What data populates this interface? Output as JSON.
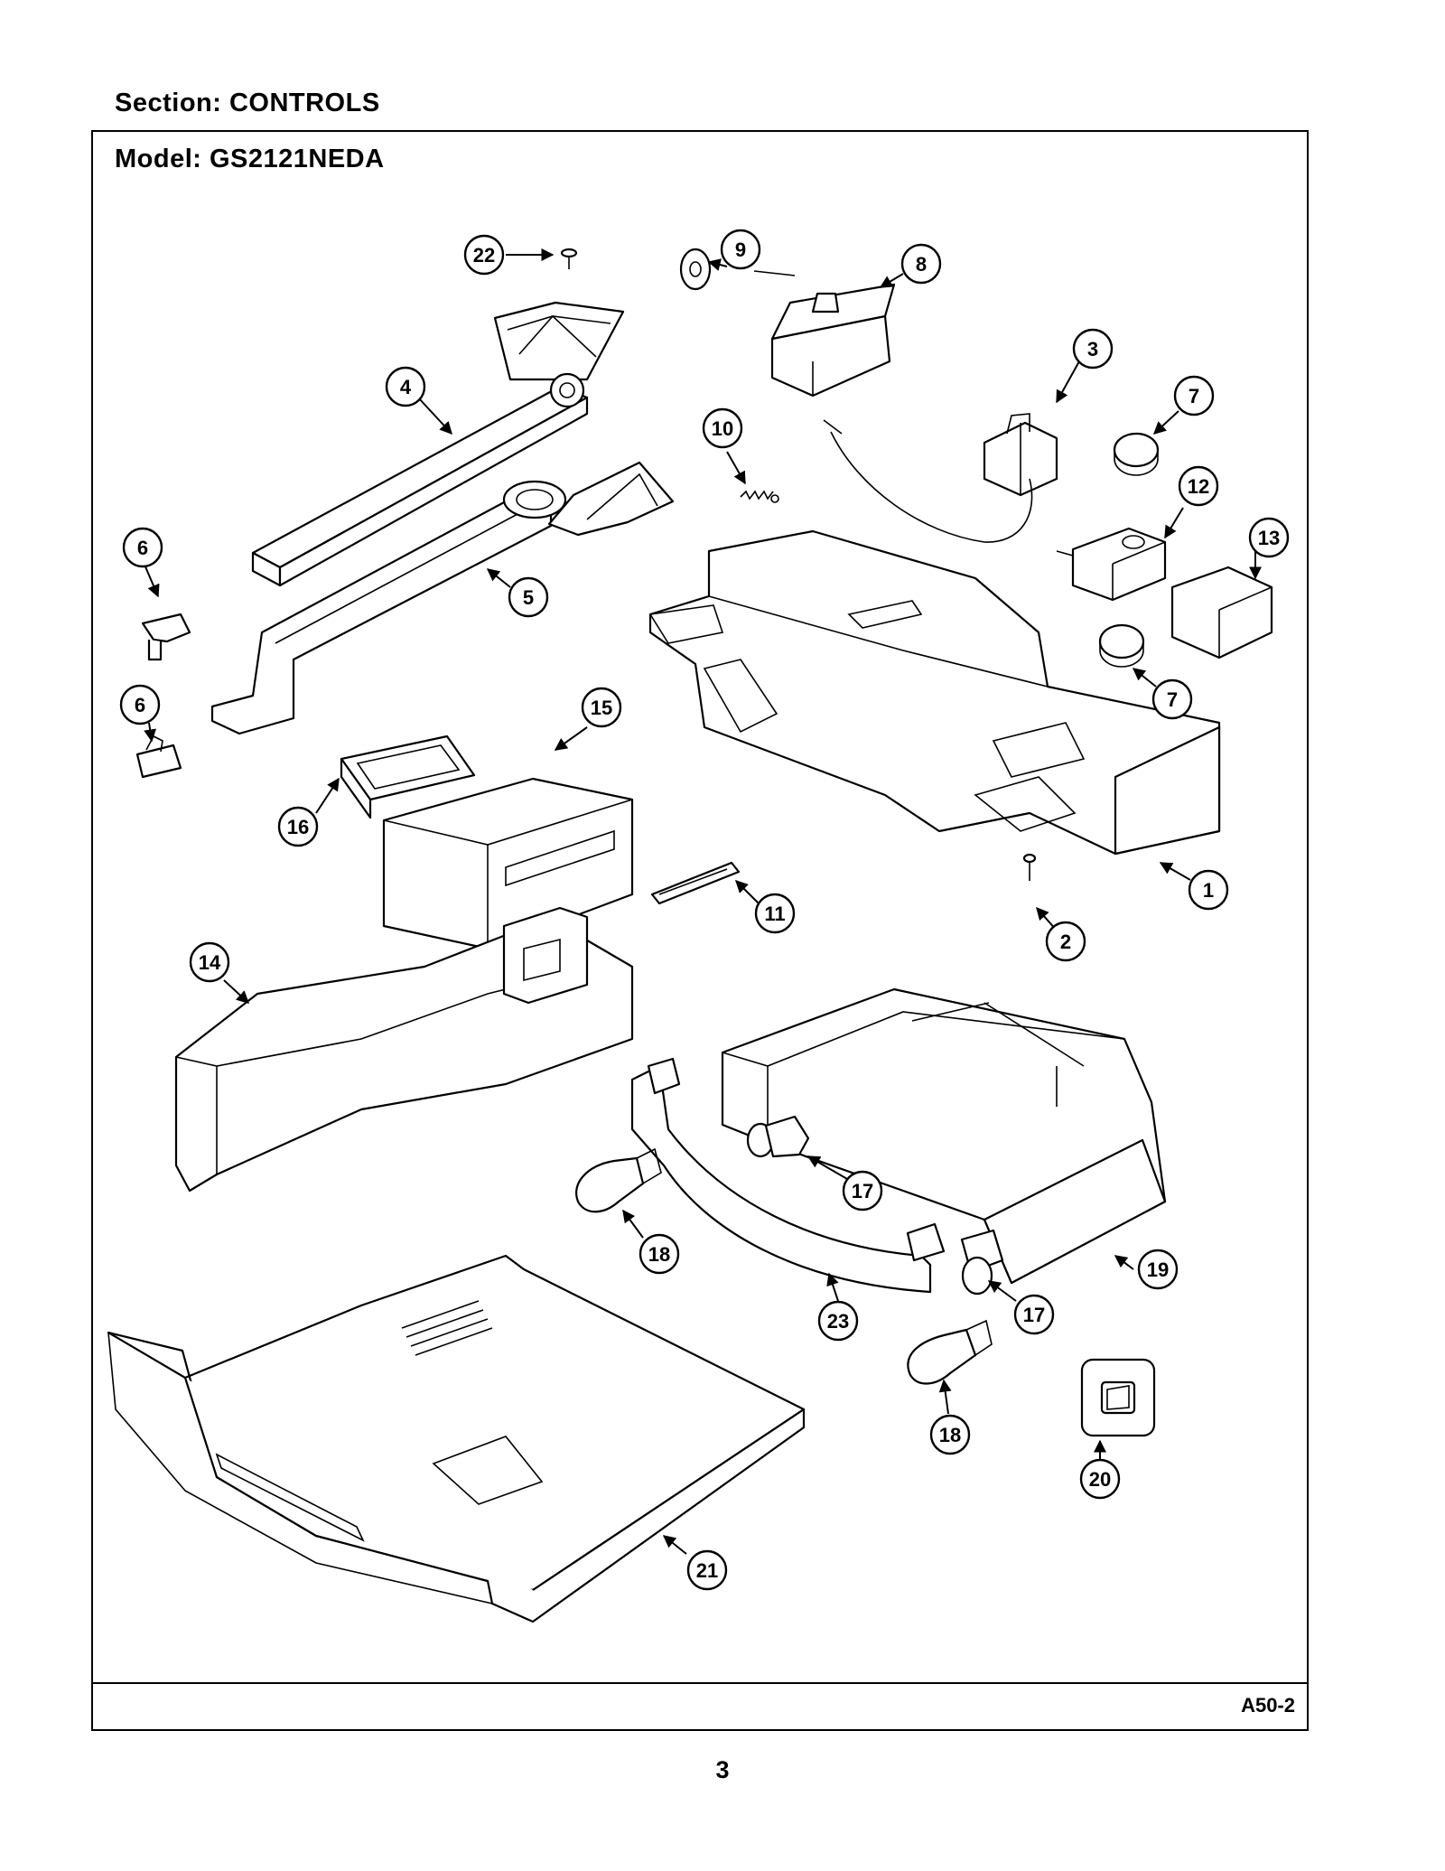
{
  "header": {
    "section_label": "Section:  CONTROLS"
  },
  "frame": {
    "model_label": "Model:  GS2121NEDA",
    "reference_code": "A50-2"
  },
  "page_number": "3",
  "callouts": [
    "1",
    "2",
    "3",
    "4",
    "5",
    "6",
    "6",
    "7",
    "7",
    "8",
    "9",
    "10",
    "11",
    "12",
    "13",
    "14",
    "15",
    "16",
    "17",
    "17",
    "18",
    "18",
    "19",
    "20",
    "21",
    "22",
    "23"
  ]
}
